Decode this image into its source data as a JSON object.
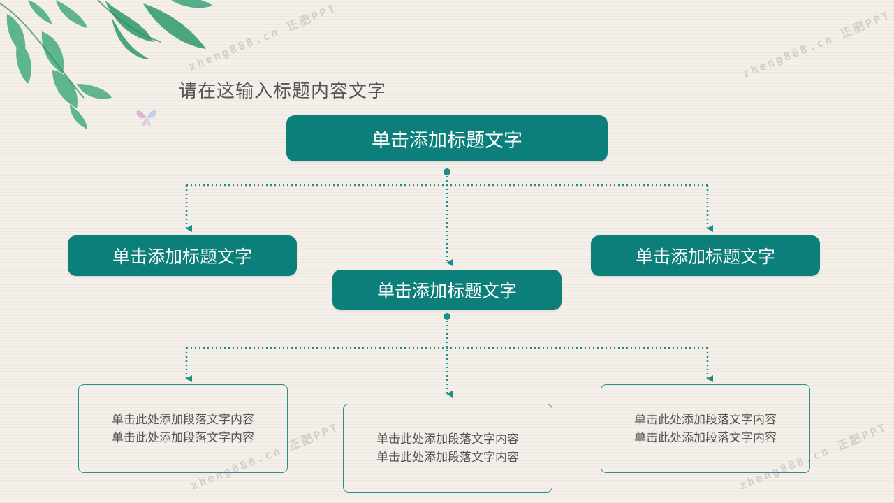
{
  "slide": {
    "title": "请在这输入标题内容文字",
    "top_box": "单击添加标题文字",
    "left_box": "单击添加标题文字",
    "right_box": "单击添加标题文字",
    "middle_box": "单击添加标题文字",
    "text_boxes": [
      {
        "line1": "单击此处添加段落文字内容",
        "line2": "单击此处添加段落文字内容"
      },
      {
        "line1": "单击此处添加段落文字内容",
        "line2": "单击此处添加段落文字内容"
      },
      {
        "line1": "单击此处添加段落文字内容",
        "line2": "单击此处添加段落文字内容"
      }
    ]
  },
  "watermark": "zheng888.cn 正肥PPT",
  "colors": {
    "accent": "#0d7f7b",
    "connector": "#1a8e89",
    "background": "#f4efe9",
    "leaf": "#2e9a6a"
  },
  "icons": [
    "leaf-decoration-icon",
    "butterfly-icon",
    "arrow-down-icon",
    "dot-icon"
  ]
}
